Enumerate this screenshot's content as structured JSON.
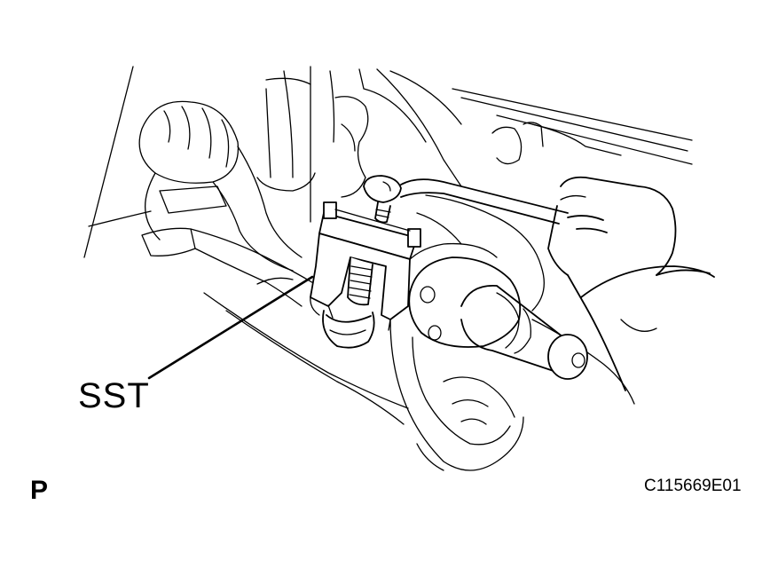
{
  "labels": {
    "callout": "SST",
    "view_mark": "P",
    "figure_code": "C115669E01"
  },
  "colors": {
    "ink": "#000000",
    "paper": "#ffffff"
  },
  "icons": {
    "view": "view-marker-icon"
  }
}
